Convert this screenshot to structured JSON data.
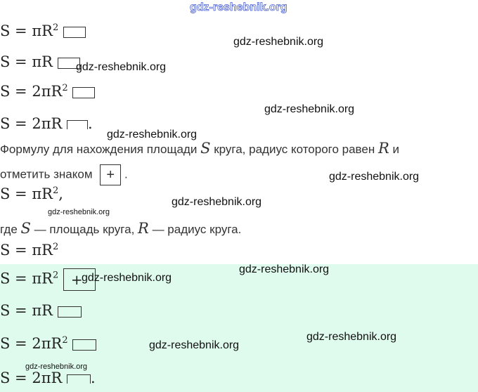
{
  "watermark": "gdz-reshebnik.org",
  "options_top": [
    {
      "formula": "S = πR",
      "sup": "2"
    },
    {
      "formula": "S = πR",
      "sup": ""
    },
    {
      "formula": "S = 2πR",
      "sup": "2"
    },
    {
      "formula": "S = 2πR",
      "sup": "",
      "suffix": "."
    }
  ],
  "task": {
    "line1_a": "Формулу для нахождения площади ",
    "S": "S",
    "line1_b": " круга, радиус которого равен ",
    "R": "R",
    "line1_c": " и",
    "line2": "отметить знаком",
    "plus": "+",
    "line2_end": "."
  },
  "solution": {
    "formula": "S = πR",
    "sup": "2",
    "comma": ",",
    "where_a": "где ",
    "where_b": " — площадь круга, ",
    "where_c": " — радиус круга.",
    "answer": "S = πR"
  },
  "answers": [
    {
      "formula": "S = πR",
      "sup": "2",
      "mark": "+"
    },
    {
      "formula": "S = πR",
      "sup": ""
    },
    {
      "formula": "S = 2πR",
      "sup": "2"
    },
    {
      "formula": "S = 2πR",
      "sup": "",
      "suffix": "."
    }
  ]
}
